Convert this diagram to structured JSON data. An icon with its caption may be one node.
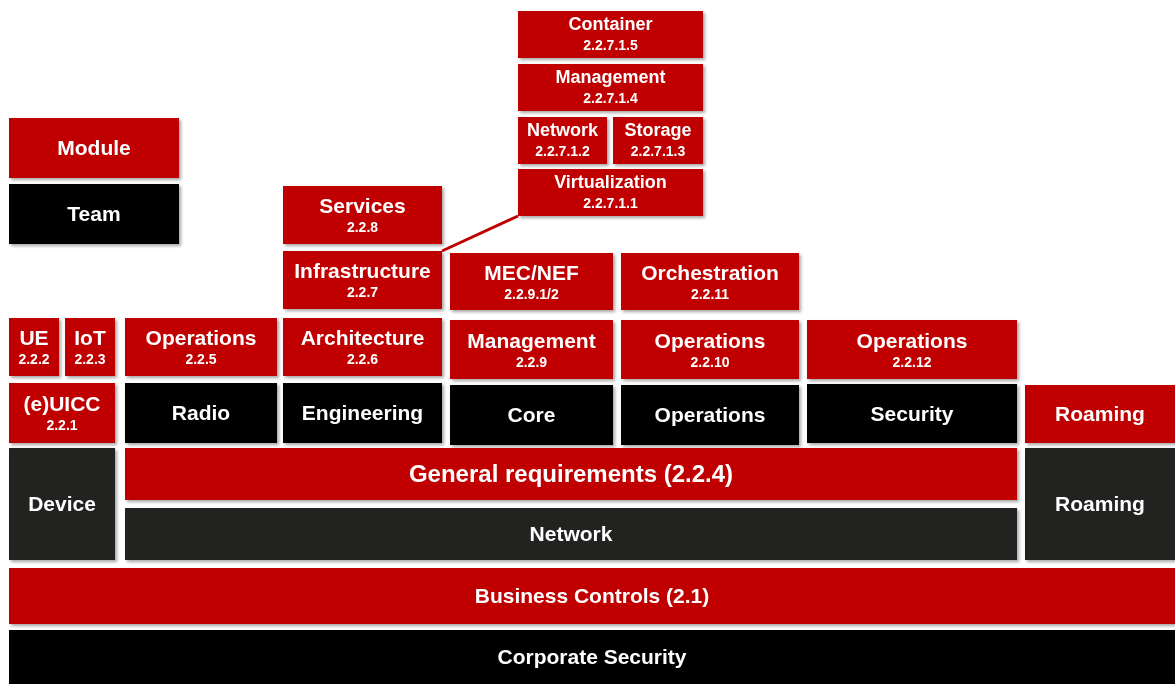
{
  "diagram": {
    "nodes": [
      {
        "text": [
          "Container",
          "2.2.7.1.5"
        ]
      },
      {
        "text": [
          "Management",
          "2.2.7.1.4"
        ]
      },
      {
        "text": [
          "Network",
          "2.2.7.1.2"
        ]
      },
      {
        "text": [
          "Storage",
          "2.2.7.1.3"
        ]
      },
      {
        "text": [
          "Virtualization",
          "2.2.7.1.1"
        ]
      },
      {
        "text": [
          "Services",
          "2.2.8"
        ]
      },
      {
        "text": [
          "Infrastructure",
          "2.2.7"
        ]
      },
      {
        "text": [
          "MEC/NEF",
          "2.2.9.1/2"
        ]
      },
      {
        "text": [
          "Orchestration",
          "2.2.11"
        ]
      },
      {
        "text": [
          "UE",
          "2.2.2"
        ]
      },
      {
        "text": [
          "IoT",
          "2.2.3"
        ]
      },
      {
        "text": [
          "Operations",
          "2.2.5"
        ]
      },
      {
        "text": [
          "Architecture",
          "2.2.6"
        ]
      },
      {
        "text": [
          "Management",
          "2.2.9"
        ]
      },
      {
        "text": [
          "Operations",
          "2.2.10"
        ]
      },
      {
        "text": [
          "Operations",
          "2.2.12"
        ]
      },
      {
        "text": [
          "(e)UICC",
          "2.2.1"
        ]
      },
      {
        "text": [
          "Radio"
        ]
      },
      {
        "text": [
          "Engineering"
        ]
      },
      {
        "text": [
          "Core"
        ]
      },
      {
        "text": [
          "Operations"
        ]
      },
      {
        "text": [
          "Security"
        ]
      },
      {
        "text": [
          "Roaming"
        ]
      },
      {
        "text": [
          "Device"
        ]
      },
      {
        "text": [
          "General requirements (2.2.4)"
        ]
      },
      {
        "text": [
          "Network"
        ]
      },
      {
        "text": [
          "Roaming"
        ]
      },
      {
        "text": [
          "Business Controls (2.1)"
        ]
      },
      {
        "text": [
          "Corporate Security"
        ]
      }
    ],
    "edges": [
      {
        "from": 6,
        "to": 4,
        "arrow": "none"
      }
    ],
    "legend": [
      {
        "text": "Module",
        "color": "#c00000"
      },
      {
        "text": "Team",
        "color": "#000000"
      }
    ]
  }
}
